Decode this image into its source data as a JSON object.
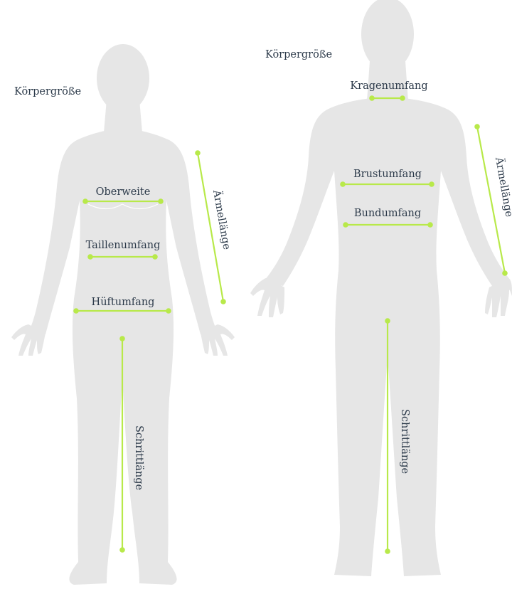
{
  "accent_color": "#b8e94a",
  "silhouette_color": "#e6e6e6",
  "text_color": "#2c3a4a",
  "female": {
    "height_label": "Körpergröße",
    "bust_label": "Oberweite",
    "waist_label": "Taillenumfang",
    "hip_label": "Hüftumfang",
    "sleeve_label": "Ärmellänge",
    "inseam_label": "Schrittlänge"
  },
  "male": {
    "height_label": "Körpergröße",
    "collar_label": "Kragenumfang",
    "chest_label": "Brustumfang",
    "waistband_label": "Bundumfang",
    "sleeve_label": "Ärmellänge",
    "inseam_label": "Schrittlänge"
  }
}
